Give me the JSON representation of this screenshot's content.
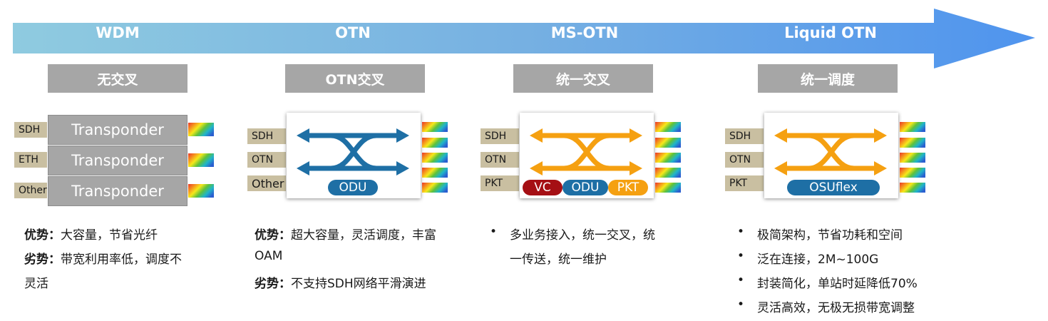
{
  "stages": [
    {
      "title": "WDM",
      "box": "无交叉"
    },
    {
      "title": "OTN",
      "box": "OTN交叉"
    },
    {
      "title": "MS-OTN",
      "box": "统一交叉"
    },
    {
      "title": "Liquid OTN",
      "box": "统一调度"
    }
  ],
  "wdm": {
    "tags": [
      "SDH",
      "ETH",
      "Other"
    ],
    "transponder_label": "Transponder",
    "adv_label": "优势：",
    "adv_text": "大容量，节省光纤",
    "dis_label": "劣势：",
    "dis_text_1": "带宽利用率低，调度不",
    "dis_text_2": "灵活"
  },
  "otn": {
    "tags": [
      "SDH",
      "OTN",
      "Other"
    ],
    "pill": "ODU",
    "adv_label": "优势：",
    "adv_text_1": "超大容量，灵活调度，丰富",
    "adv_text_2": "OAM",
    "dis_label": "劣势：",
    "dis_text": "不支持SDH网络平滑演进"
  },
  "msotn": {
    "tags": [
      "SDH",
      "OTN",
      "PKT"
    ],
    "pills": [
      "VC",
      "ODU",
      "PKT"
    ],
    "bullet_1a": "多业务接入，统一交叉，统",
    "bullet_1b": "一传送，统一维护"
  },
  "liquid": {
    "tags": [
      "SDH",
      "OTN",
      "PKT"
    ],
    "pill": "OSUflex",
    "bullets": [
      "极简架构，节省功耗和空间",
      "泛在连接，2M~100G",
      "封装简化，单站时延降低70%",
      "灵活高效，无极无损带宽调整"
    ]
  },
  "colors": {
    "arrow_start": "#8cc8dc",
    "arrow_end": "#5599ea",
    "box_gray": "#a6a6a6",
    "tag_bg": "#c9bfa1",
    "otn_blue": "#1e6fa5",
    "msotn_orange": "#f5a011",
    "vc_red": "#a50f14",
    "odu_blue": "#1e6fa5"
  }
}
